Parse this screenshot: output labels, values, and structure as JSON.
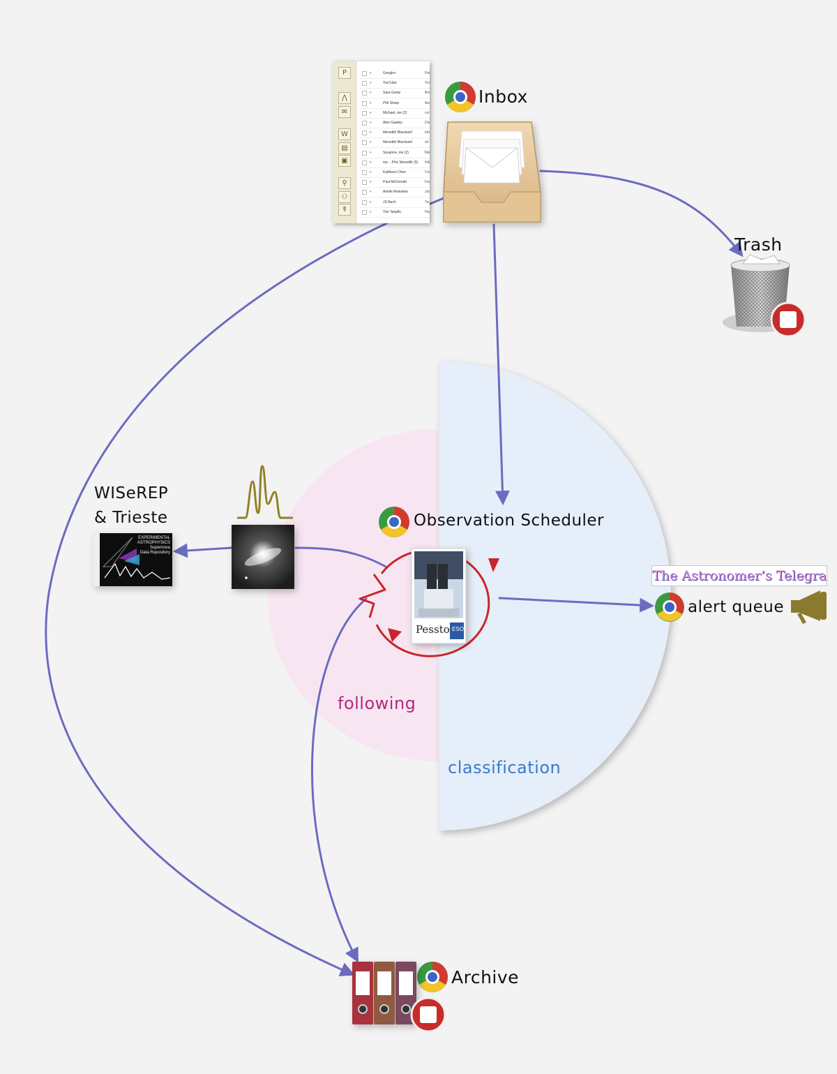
{
  "nodes": {
    "inbox": {
      "label": "Inbox"
    },
    "trash": {
      "label": "Trash"
    },
    "wiserep": {
      "label_line1": "WISeREP",
      "label_line2": "& Trieste"
    },
    "observation_scheduler": {
      "label": "Observation Scheduler"
    },
    "alert_queue": {
      "label": "alert queue",
      "banner": "The Astronomer’s Telegram"
    },
    "archive": {
      "label": "Archive"
    },
    "pessto": {
      "text": "Pessto",
      "eso": "ESO"
    }
  },
  "regions": {
    "following": {
      "label": "following",
      "color": "#f7e6f1"
    },
    "classification": {
      "label": "classification",
      "color": "#e6eef9"
    }
  },
  "repository_card": {
    "lines": [
      "EXPERIMENTAL",
      "ASTROPHYSICS",
      "Supernova",
      "Data Repository"
    ]
  },
  "gmail": {
    "rows": [
      {
        "name": "Google+",
        "subject": "Pete"
      },
      {
        "name": "YouTube",
        "subject": "You"
      },
      {
        "name": "Sara Goetz",
        "subject": "Bee"
      },
      {
        "name": "Phil Sharp",
        "subject": "Awe"
      },
      {
        "name": "Michael, me (2)",
        "subject": "com"
      },
      {
        "name": "Alex Gawley",
        "subject": "Dise"
      },
      {
        "name": "Meredith Blackwell",
        "subject": "birth"
      },
      {
        "name": "Meredith Blackwell",
        "subject": "oh I"
      },
      {
        "name": "Susanne, me (2)",
        "subject": "hiki"
      },
      {
        "name": "me .. Phil, Meredith (5)",
        "subject": "Hike"
      },
      {
        "name": "Kathleen Chen",
        "subject": "Coo"
      },
      {
        "name": "Paul McDonald",
        "subject": "Fam"
      },
      {
        "name": "Arielle Reinstein",
        "subject": "July"
      },
      {
        "name": "JS Bach",
        "subject": "Tou"
      },
      {
        "name": "Yan Taepfin",
        "subject": "Hep"
      }
    ],
    "sidebar_icons": [
      "P",
      "⋀",
      "✉",
      "W",
      "▤",
      "▣",
      "⚲",
      "⚇",
      "☤"
    ]
  },
  "colors": {
    "arrow": "#6b6bc2",
    "cycle": "#c9252b",
    "background": "#f3f3f3"
  },
  "icons": {
    "chrome": "chrome-icon",
    "inbox_tray": "inbox-tray-icon",
    "trash_can": "trash-can-icon",
    "stop": "stop-icon",
    "megaphone": "megaphone-icon",
    "binders": "binders-icon",
    "spectrum": "spectrum-icon",
    "galaxy": "galaxy-icon",
    "telescope": "telescope-photo-icon"
  }
}
